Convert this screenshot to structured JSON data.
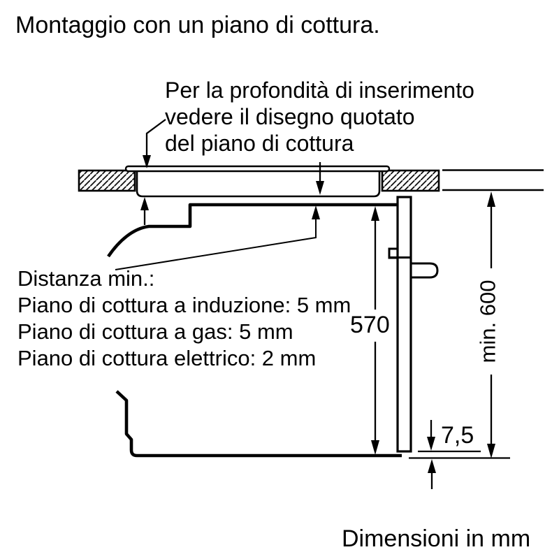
{
  "header": {
    "title": "Montaggio con un piano di cottura."
  },
  "annotation": {
    "lines": [
      "Per la profondità di inserimento",
      "vedere il disegno quotato",
      "del piano di cottura"
    ]
  },
  "distance_note": {
    "lines": [
      "Distanza min.:",
      "Piano di cottura a induzione: 5 mm",
      "Piano di cottura a gas: 5 mm",
      "Piano di cottura elettrico: 2 mm"
    ]
  },
  "dimensions": {
    "oven_height": "570",
    "min_total_height": "min. 600",
    "bottom_gap": "7,5"
  },
  "footer": {
    "note": "Dimensioni in mm"
  },
  "colors": {
    "line": "#000000",
    "background": "#ffffff"
  }
}
